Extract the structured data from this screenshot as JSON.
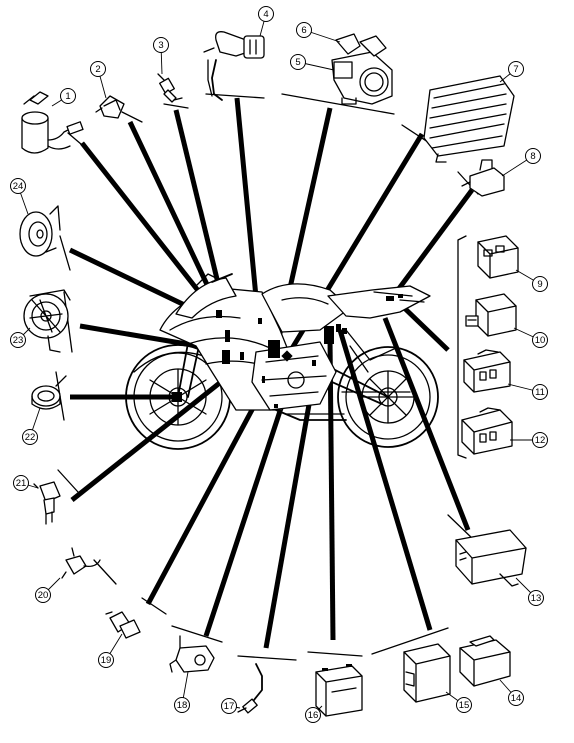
{
  "callouts": [
    {
      "id": 1,
      "label": "1"
    },
    {
      "id": 2,
      "label": "2"
    },
    {
      "id": 3,
      "label": "3"
    },
    {
      "id": 4,
      "label": "4"
    },
    {
      "id": 5,
      "label": "5"
    },
    {
      "id": 6,
      "label": "6"
    },
    {
      "id": 7,
      "label": "7"
    },
    {
      "id": 8,
      "label": "8"
    },
    {
      "id": 9,
      "label": "9"
    },
    {
      "id": 10,
      "label": "10"
    },
    {
      "id": 11,
      "label": "11"
    },
    {
      "id": 12,
      "label": "12"
    },
    {
      "id": 13,
      "label": "13"
    },
    {
      "id": 14,
      "label": "14"
    },
    {
      "id": 15,
      "label": "15"
    },
    {
      "id": 16,
      "label": "16"
    },
    {
      "id": 17,
      "label": "17"
    },
    {
      "id": 18,
      "label": "18"
    },
    {
      "id": 19,
      "label": "19"
    },
    {
      "id": 20,
      "label": "20"
    },
    {
      "id": 21,
      "label": "21"
    },
    {
      "id": 22,
      "label": "22"
    },
    {
      "id": 23,
      "label": "23"
    },
    {
      "id": 24,
      "label": "24"
    }
  ],
  "icons": [
    "motorcycle-illustration",
    "ignition-switch-icon",
    "sensor-icon",
    "ignition-coil-icon",
    "throttle-body-icon",
    "rectifier-regulator-icon",
    "relay-icon",
    "ecu-icon",
    "battery-icon",
    "horn-icon",
    "fan-motor-icon"
  ]
}
